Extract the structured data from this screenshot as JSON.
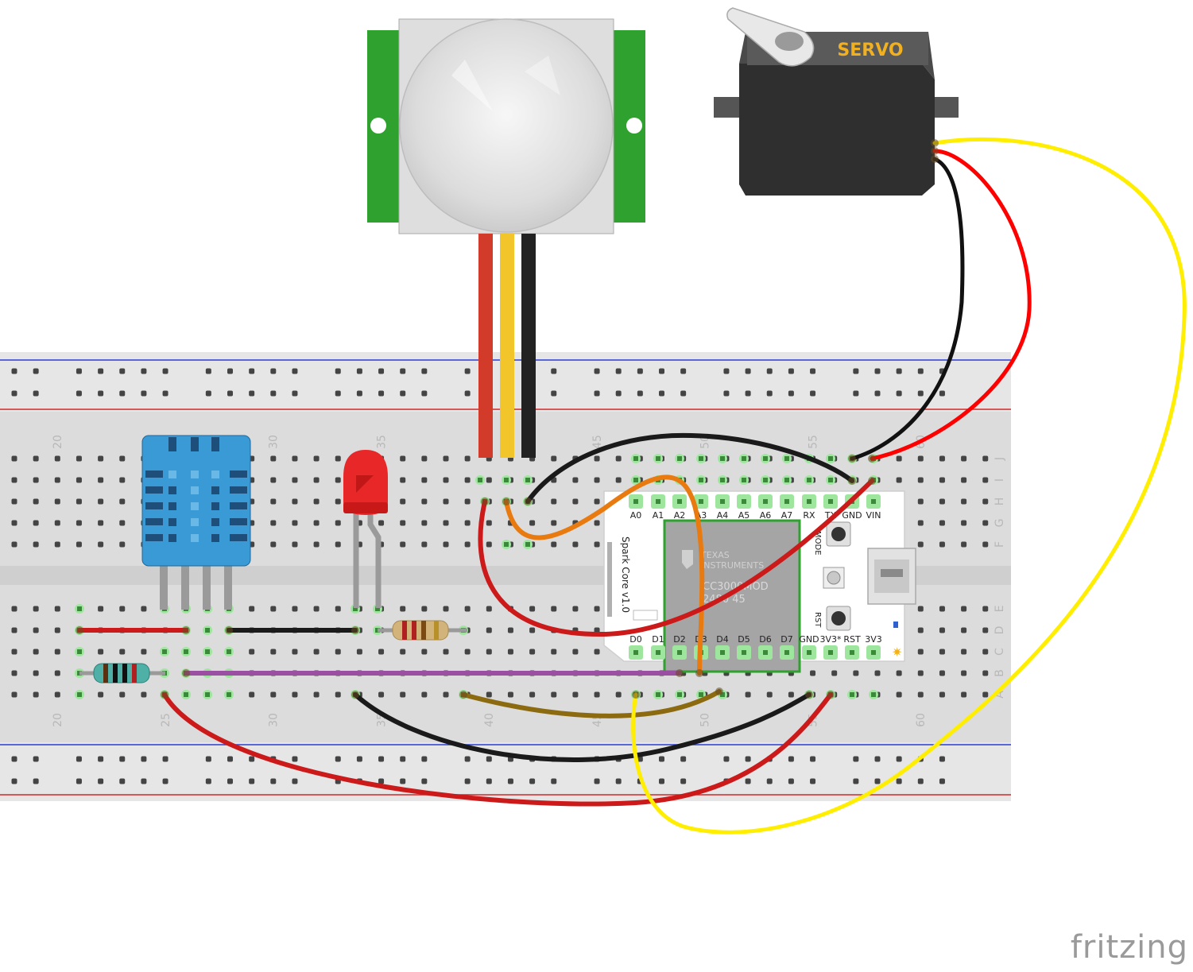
{
  "servo": {
    "label": "SERVO"
  },
  "spark_core": {
    "board_label": "Spark Core v1.0",
    "chip_maker_line1": "TEXAS",
    "chip_maker_line2": "INSTRUMENTS",
    "chip_model": "CC3000MOD",
    "chip_code": "2480 45",
    "top_pins": [
      "A0",
      "A1",
      "A2",
      "A3",
      "A4",
      "A5",
      "A6",
      "A7",
      "RX",
      "TX",
      "GND",
      "VIN"
    ],
    "bottom_pins": [
      "D0",
      "D1",
      "D2",
      "D3",
      "D4",
      "D5",
      "D6",
      "D7",
      "GND",
      "3V3*",
      "RST",
      "3V3"
    ],
    "mode_label": "MODE",
    "rst_label": "RST"
  },
  "breadboard": {
    "column_numbers": [
      "20",
      "25",
      "30",
      "35",
      "40",
      "45",
      "50",
      "55",
      "60"
    ],
    "row_letters_top": [
      "J",
      "I",
      "H",
      "G",
      "F"
    ],
    "row_letters_bottom": [
      "E",
      "D",
      "C",
      "B",
      "A"
    ]
  },
  "watermark": "fritzing",
  "colors": {
    "wire_red": "#cc1a1a",
    "wire_black": "#1a1a1a",
    "wire_yellow": "#ffee00",
    "wire_orange": "#e87a10",
    "wire_purple": "#9b4fa3",
    "wire_brown": "#8c6a10",
    "pcb_green": "#2ea12e",
    "sensor_blue": "#3a9ad6"
  }
}
